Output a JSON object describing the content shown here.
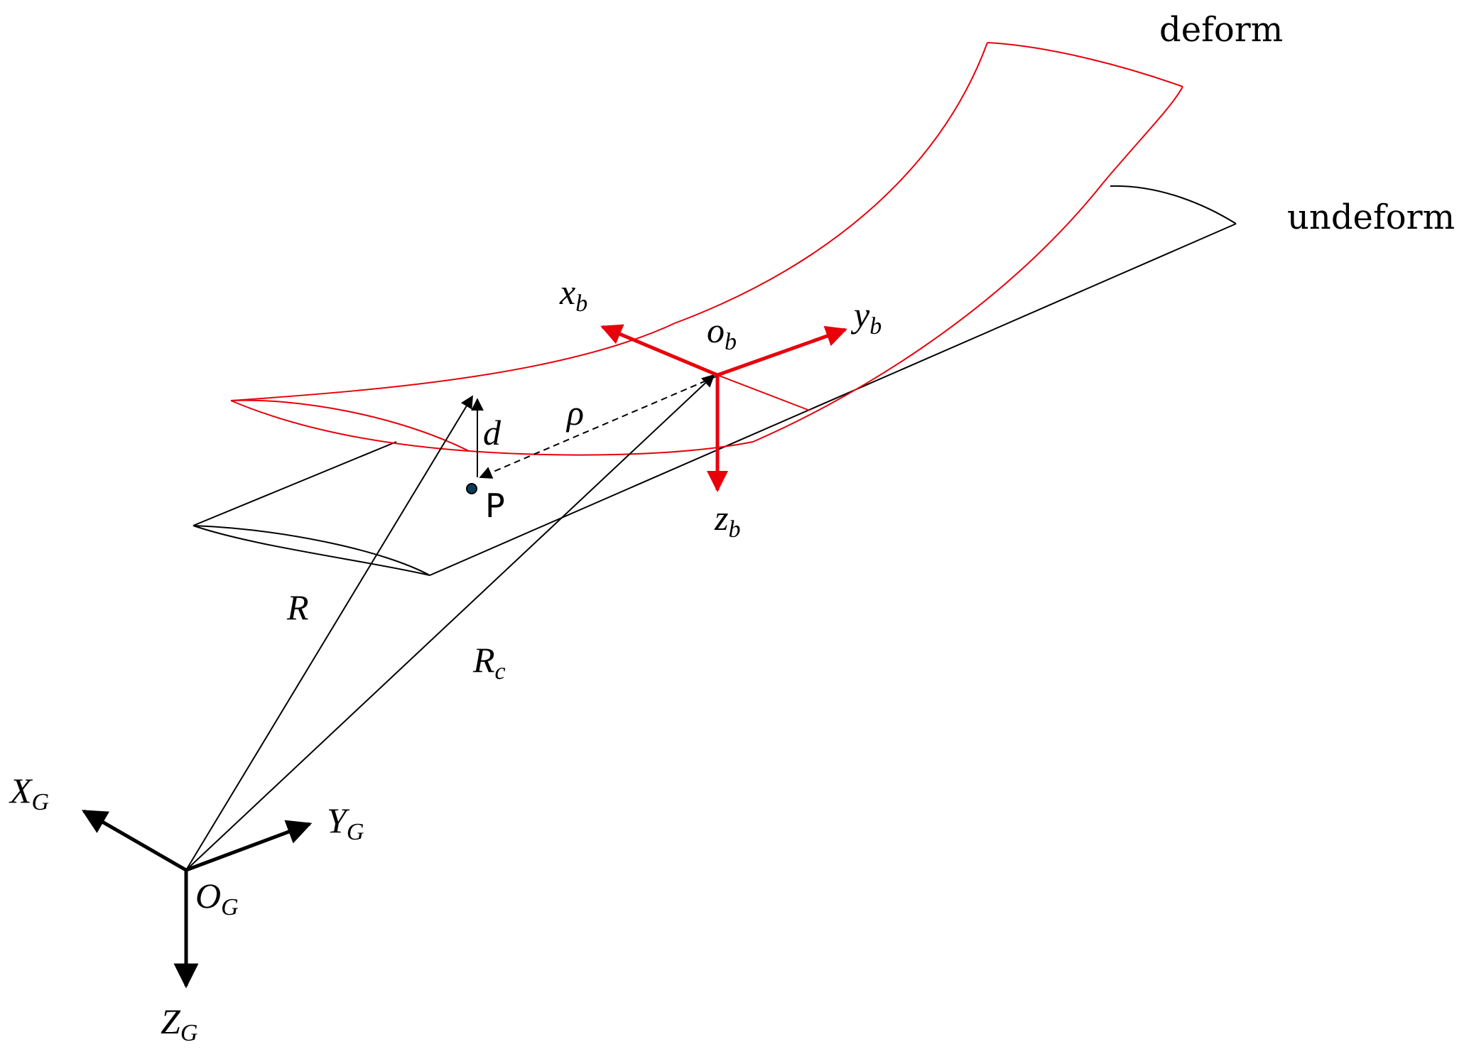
{
  "labels": {
    "deform": "deform",
    "undeform": "undeform",
    "body_x": {
      "main": "x",
      "sub": "b"
    },
    "body_y": {
      "main": "y",
      "sub": "b"
    },
    "body_z": {
      "main": "z",
      "sub": "b"
    },
    "body_o": {
      "main": "o",
      "sub": "b"
    },
    "global_x": {
      "main": "X",
      "sub": "G"
    },
    "global_y": {
      "main": "Y",
      "sub": "G"
    },
    "global_z": {
      "main": "Z",
      "sub": "G"
    },
    "global_o": {
      "main": "O",
      "sub": "G"
    },
    "vec_R": "R",
    "vec_Rc": {
      "main": "R",
      "sub": "c"
    },
    "vec_rho": "ρ",
    "vec_d": "d",
    "point_P": "P"
  },
  "colors": {
    "deformed": "#e8000b",
    "undeformed": "#000000",
    "body_axes": "#e8000b",
    "global_axes": "#000000"
  }
}
